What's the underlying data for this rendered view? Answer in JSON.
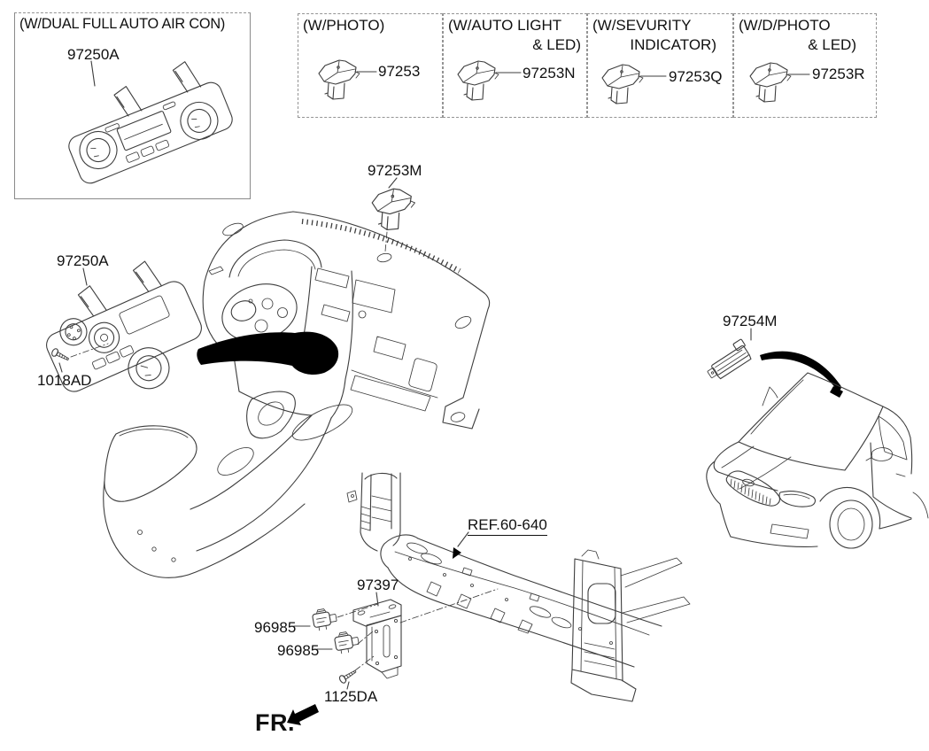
{
  "option_boxes": {
    "dual_auto_air_con": {
      "title": "(W/DUAL FULL AUTO AIR CON)",
      "part_number": "97250A"
    },
    "photo": {
      "title_lines": [
        "(W/PHOTO)"
      ],
      "part_number": "97253"
    },
    "auto_light_led": {
      "title_lines": [
        "(W/AUTO LIGHT",
        "& LED)"
      ],
      "part_number": "97253N"
    },
    "severity_indicator": {
      "title_lines": [
        "(W/SEVURITY",
        "INDICATOR)"
      ],
      "part_number": "97253Q"
    },
    "d_photo_led": {
      "title_lines": [
        "(W/D/PHOTO",
        "& LED)"
      ],
      "part_number": "97253R"
    }
  },
  "callouts": {
    "heater_control_main": "97250A",
    "heater_control_screw": "1018AD",
    "photo_sensor_top": "97253M",
    "auto_light_sensor": "97254M",
    "crossmember_ref": "REF.60-640",
    "sensor_bracket": "97397",
    "ambient_sensor_1": "96985",
    "ambient_sensor_2": "96985",
    "bracket_screw": "1125DA",
    "front_marker": "FR."
  },
  "colors": {
    "line_art": "#3d3d3d",
    "label_text": "#101010",
    "box_border": "#949494",
    "solid_fill": "#000000",
    "background": "#ffffff"
  }
}
